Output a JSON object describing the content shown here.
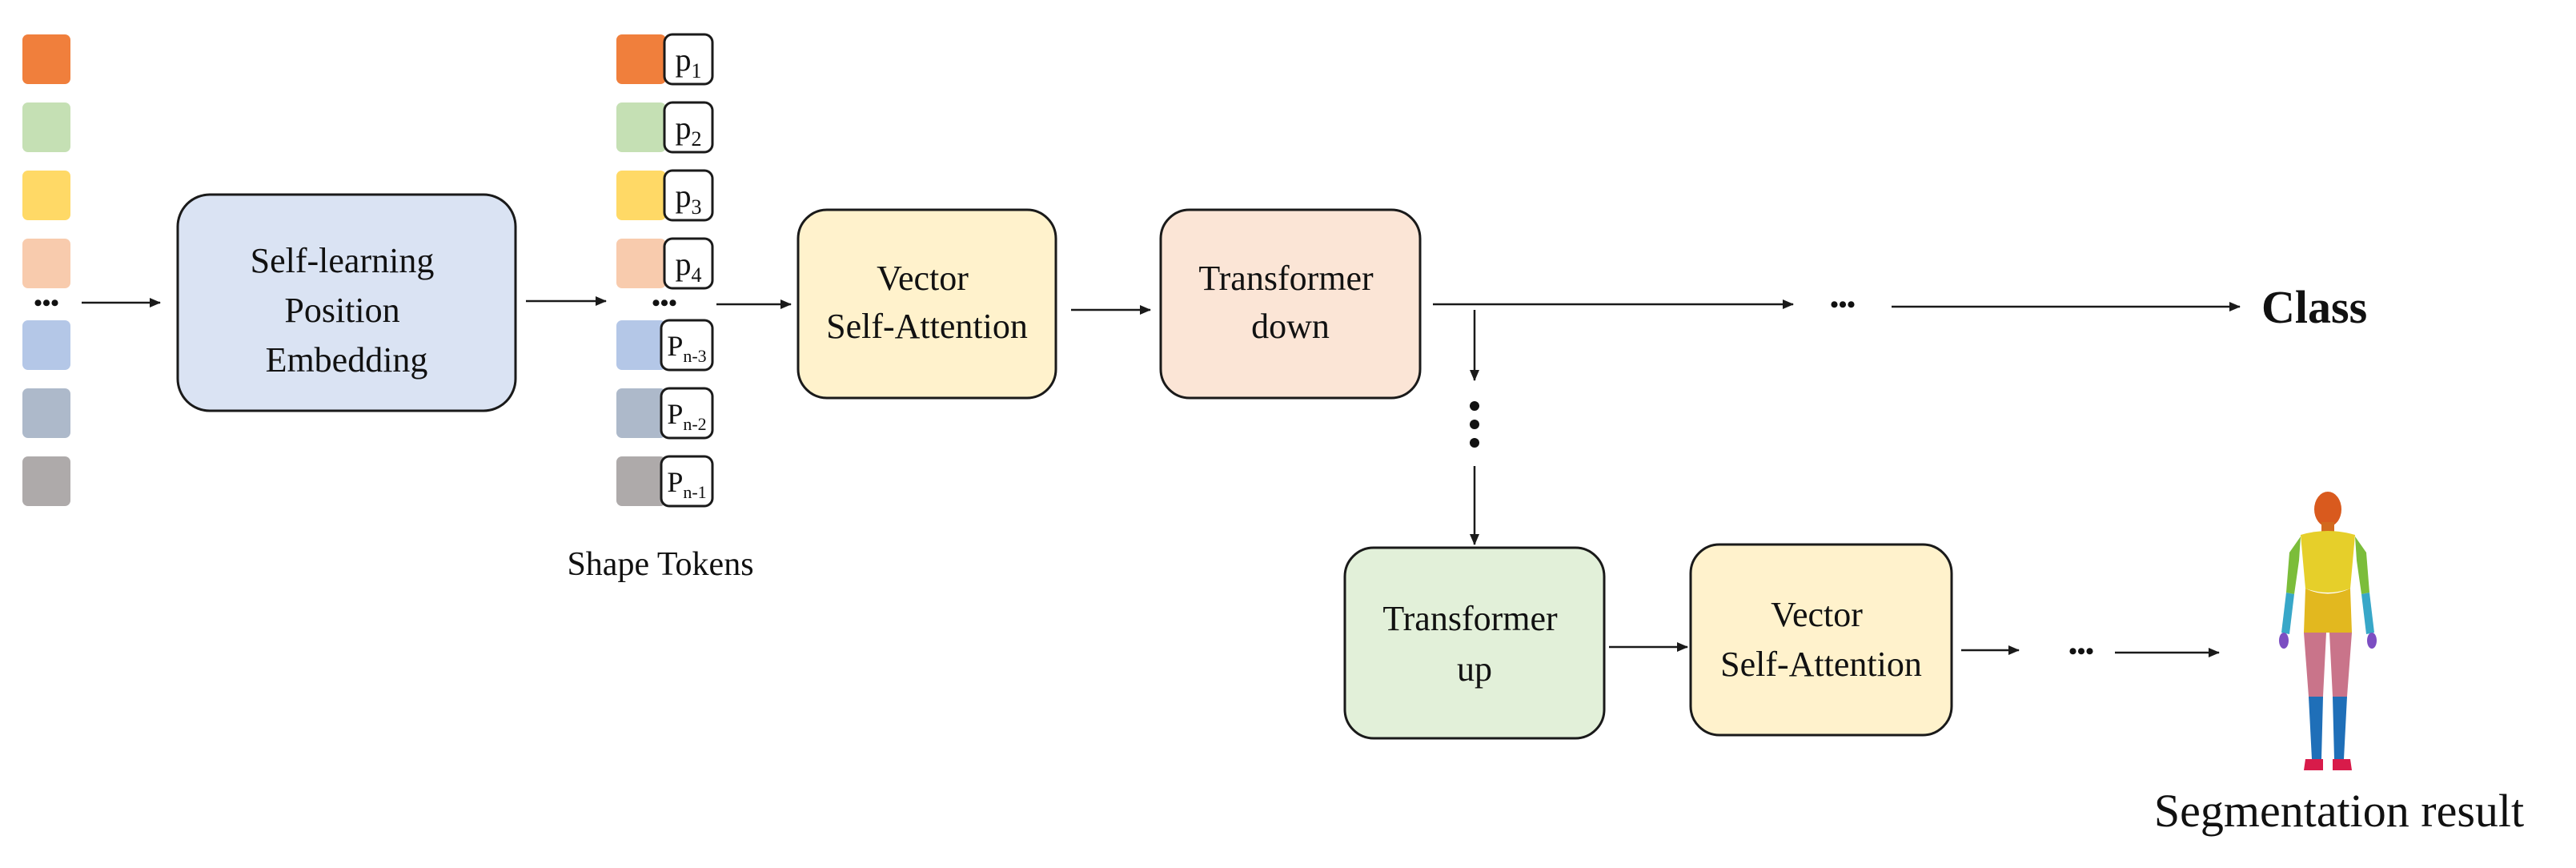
{
  "blocks": {
    "position_embedding": {
      "lines": [
        "Self-learning",
        "Position",
        "Embedding"
      ]
    },
    "vector_self_attention_1": {
      "lines": [
        "Vector",
        "Self-Attention"
      ]
    },
    "transformer_down": {
      "lines": [
        "Transformer",
        "down"
      ]
    },
    "transformer_up": {
      "lines": [
        "Transformer",
        "up"
      ]
    },
    "vector_self_attention_2": {
      "lines": [
        "Vector",
        "Self-Attention"
      ]
    }
  },
  "labels": {
    "shape_tokens": "Shape Tokens",
    "class": "Class",
    "segmentation_result": "Segmentation result",
    "ellipsis": "•••"
  },
  "tokens": [
    {
      "base": "p",
      "sub": "1"
    },
    {
      "base": "p",
      "sub": "2"
    },
    {
      "base": "p",
      "sub": "3"
    },
    {
      "base": "p",
      "sub": "4"
    },
    {
      "base": "P",
      "sub": "n-3"
    },
    {
      "base": "P",
      "sub": "n-2"
    },
    {
      "base": "P",
      "sub": "n-1"
    }
  ],
  "colors": {
    "token_colors": [
      "#f07f3c",
      "#c5e0b4",
      "#ffd966",
      "#f8cbad",
      "#b4c7e7",
      "#adb9ca",
      "#aeaaaa"
    ],
    "position_embedding_fill": "#dae3f3",
    "vector_self_attention_fill": "#fff2cc",
    "transformer_down_fill": "#fbe5d6",
    "transformer_up_fill": "#e2f0d9",
    "stroke": "#1a1a1a"
  },
  "icons": {
    "segmentation_figure": "segmented-human-body-icon"
  }
}
